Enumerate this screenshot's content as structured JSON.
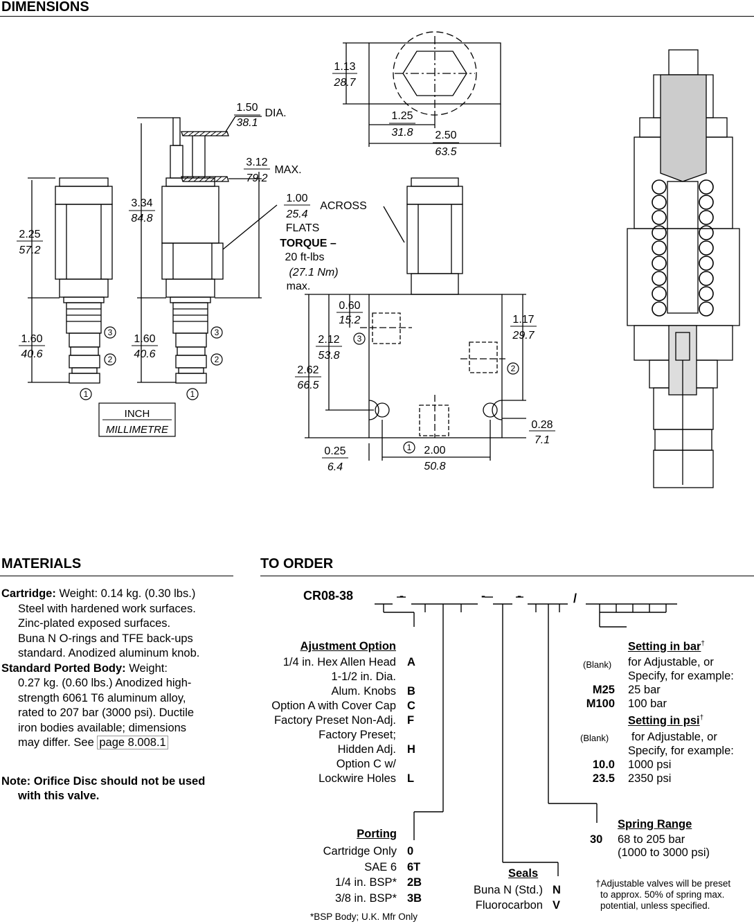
{
  "dimensions": {
    "title": "DIMENSIONS",
    "d_113": "1.13",
    "d_287": "28.7",
    "d_150": "1.50",
    "d_381": "38.1",
    "dia": "DIA.",
    "d_125": "1.25",
    "d_318": "31.8",
    "d_250": "2.50",
    "d_635": "63.5",
    "d_312": "3.12",
    "d_792": "79.2",
    "max": "MAX.",
    "d_334": "3.34",
    "d_848": "84.8",
    "d_225": "2.25",
    "d_572": "57.2",
    "d_100": "1.00",
    "d_254": "25.4",
    "across": "ACROSS",
    "flats": "FLATS",
    "torque1": "TORQUE –",
    "torque2": "20 ft-lbs",
    "torque3": "(27.1 Nm)",
    "torque4": "max.",
    "d_160": "1.60",
    "d_406": "40.6",
    "d_060": "0.60",
    "d_152": "15.2",
    "d_212": "2.12",
    "d_538": "53.8",
    "d_117": "1.17",
    "d_297": "29.7",
    "d_262": "2.62",
    "d_665": "66.5",
    "d_028": "0.28",
    "d_71": "7.1",
    "d_025": "0.25",
    "d_64": "6.4",
    "d_200": "2.00",
    "d_508": "50.8",
    "port1": "1",
    "port2": "2",
    "port3": "3",
    "legend_inch": "INCH",
    "legend_mm": "MILLIMETRE"
  },
  "materials": {
    "title": "MATERIALS",
    "cartridge_label": "Cartridge:",
    "cartridge_l1": "Weight: 0.14 kg. (0.30 lbs.)",
    "cartridge_l2": "Steel with hardened work surfaces.",
    "cartridge_l3": "Zinc-plated exposed surfaces.",
    "cartridge_l4": "Buna N O-rings and TFE back-ups",
    "cartridge_l5": "standard. Anodized aluminum knob.",
    "body_label": "Standard Ported Body:",
    "body_l1": "Weight:",
    "body_l2": "0.27 kg. (0.60 lbs.) Anodized high-",
    "body_l3": "strength 6061 T6 aluminum alloy,",
    "body_l4": "rated to 207 bar (3000 psi). Ductile",
    "body_l5": "iron bodies available; dimensions",
    "body_l6": "may differ. See",
    "body_link": "page 8.008.1",
    "note_l1": "Note: Orifice Disc should not be used",
    "note_l2": "with this valve."
  },
  "order": {
    "title": "TO ORDER",
    "model": "CR08-38",
    "adjustment": {
      "heading": "Ajustment Option",
      "items": [
        {
          "label": "1/4 in. Hex Allen Head",
          "code": "A"
        },
        {
          "label": "1-1/2 in. Dia.",
          "code": ""
        },
        {
          "label": "Alum. Knobs",
          "code": "B"
        },
        {
          "label": "Option A with Cover Cap",
          "code": "C"
        },
        {
          "label": "Factory Preset Non-Adj.",
          "code": "F"
        },
        {
          "label": "Factory Preset;",
          "code": ""
        },
        {
          "label": "Hidden Adj.",
          "code": "H"
        },
        {
          "label": "Option C w/",
          "code": ""
        },
        {
          "label": "Lockwire Holes",
          "code": "L"
        }
      ]
    },
    "porting": {
      "heading": "Porting",
      "items": [
        {
          "label": "Cartridge Only",
          "code": "0"
        },
        {
          "label": "SAE 6",
          "code": "6T"
        },
        {
          "label": "1/4 in. BSP*",
          "code": "2B"
        },
        {
          "label": "3/8 in. BSP*",
          "code": "3B"
        }
      ],
      "footnote": "*BSP Body; U.K. Mfr Only"
    },
    "seals": {
      "heading": "Seals",
      "items": [
        {
          "label": "Buna N (Std.)",
          "code": "N"
        },
        {
          "label": "Fluorocarbon",
          "code": "V"
        }
      ]
    },
    "spring": {
      "heading": "Spring Range",
      "code": "30",
      "l1": "68 to 205 bar",
      "l2": "(1000 to 3000 psi)"
    },
    "setting_bar": {
      "heading": "Setting in bar",
      "dagger": "†",
      "blank": "(Blank)",
      "l1": "for Adjustable, or",
      "l2": "Specify, for example:",
      "items": [
        {
          "code": "M25",
          "label": "25 bar"
        },
        {
          "code": "M100",
          "label": "100 bar"
        }
      ]
    },
    "setting_psi": {
      "heading": "Setting in psi",
      "dagger": "†",
      "blank": "(Blank)",
      "l1": "for Adjustable, or",
      "l2": "Specify, for example:",
      "items": [
        {
          "code": "10.0",
          "label": "1000 psi"
        },
        {
          "code": "23.5",
          "label": "2350 psi"
        }
      ]
    },
    "footnote_l1": "†Adjustable valves will be preset",
    "footnote_l2": "to approx. 50% of spring max.",
    "footnote_l3": "potential, unless specified."
  }
}
